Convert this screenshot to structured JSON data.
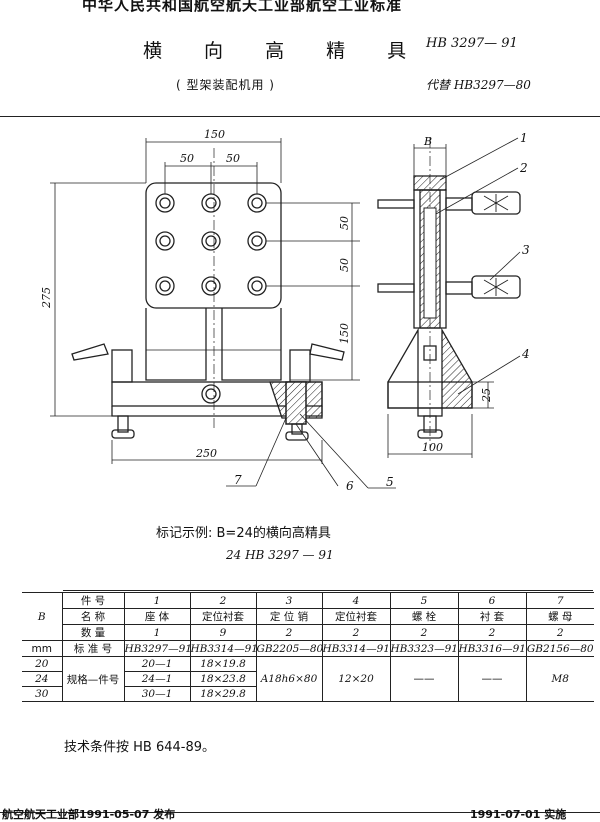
{
  "header": {
    "org_title": "中华人民共和国航空航天工业部航空工业标准",
    "title": "横 向 高 精 具",
    "subtitle": "( 型架装配机用 )",
    "standard_no": "HB 3297— 91",
    "replaces": "代替 HB3297—80"
  },
  "drawing": {
    "dims": {
      "d150": "150",
      "d50a": "50",
      "d50b": "50",
      "dB": "B",
      "v50a": "50",
      "v50b": "50",
      "v150": "150",
      "v275": "275",
      "d250": "250",
      "d100": "100",
      "d25": "25"
    },
    "callouts": [
      "1",
      "2",
      "3",
      "4",
      "5",
      "6",
      "7"
    ]
  },
  "example": {
    "label": "标记示例: B=24的横向高精具",
    "code": "24 HB 3297 — 91"
  },
  "table": {
    "col_b": "B",
    "unit": "mm",
    "row_labels": {
      "part_no": "件  号",
      "name": "名  称",
      "qty": "数  量",
      "standard": "标 准 号",
      "spec": "规格—件号"
    },
    "part_no": [
      "1",
      "2",
      "3",
      "4",
      "5",
      "6",
      "7"
    ],
    "name": [
      "座  体",
      "定位衬套",
      "定 位 销",
      "定位衬套",
      "螺  栓",
      "衬  套",
      "螺  母"
    ],
    "qty": [
      "1",
      "9",
      "2",
      "2",
      "2",
      "2",
      "2"
    ],
    "standard": [
      "HB3297—91",
      "HB3314—91",
      "GB2205—80",
      "HB3314—91",
      "HB3323—91",
      "HB3316—91",
      "GB2156—80"
    ],
    "b_values": [
      "20",
      "24",
      "30"
    ],
    "col1": [
      "20—1",
      "24—1",
      "30—1"
    ],
    "col2": [
      "18×19.8",
      "18×23.8",
      "18×29.8"
    ],
    "col3": "A18h6×80",
    "col4": "12×20",
    "col5": "——",
    "col6": "——",
    "col7": "M8"
  },
  "tech_condition": "技术条件按 HB 644-89。",
  "footer": {
    "left": "航空航天工业部1991-05-07 发布",
    "right": "1991-07-01  实施"
  }
}
